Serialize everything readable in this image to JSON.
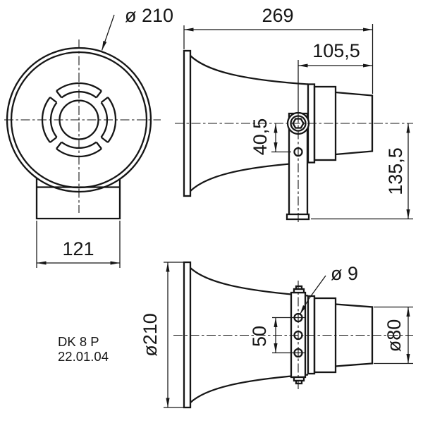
{
  "title_block": {
    "product_code": "DK 8 P",
    "date": "22.01.04"
  },
  "front_view": {
    "diameter_label": "ø 210",
    "base_width_label": "121"
  },
  "side_view": {
    "total_length_label": "269",
    "driver_length_label": "105,5",
    "bracket_hole_offset_label": "40,5",
    "overall_height_label": "135,5"
  },
  "plan_view": {
    "mouth_diameter_label": "ø210",
    "hole_spacing_label": "50",
    "hole_diameter_label": "ø 9",
    "driver_diameter_label": "ø80"
  },
  "colors": {
    "line": "#161616",
    "background": "#ffffff"
  }
}
